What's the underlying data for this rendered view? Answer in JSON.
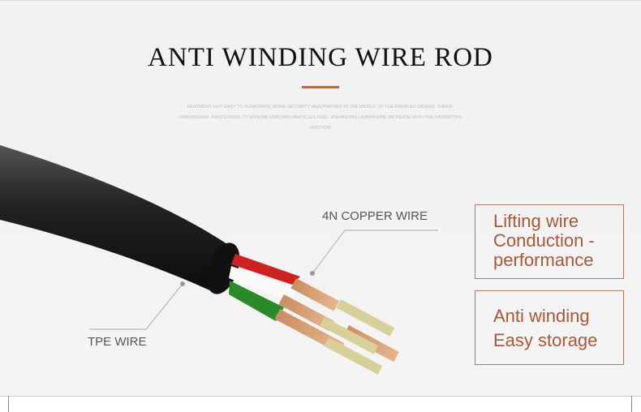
{
  "title": "ANTI WINDING WIRE ROD",
  "description": "REATMENT, NOT EASY TO BLEACHING, MORE SECURITY HEADPHONES IN THE MIDDLE OF THE KNURLED DESIGN, THREE-DIMENSIONAL PROCESSING TO ENSURE UNIFORM PARTICLES FEEL, ENHANCING HEADPHONE INCREASE WITH THE FINGERTIPS FRICTION.",
  "labels": {
    "copper": "4N COPPER WIRE",
    "tpe": "TPE WIRE"
  },
  "features": [
    {
      "lines": [
        "Lifting wire",
        "Conduction -",
        "performance"
      ]
    },
    {
      "lines": [
        "Anti winding",
        "Easy storage"
      ]
    }
  ],
  "accent": "#b36b4a"
}
